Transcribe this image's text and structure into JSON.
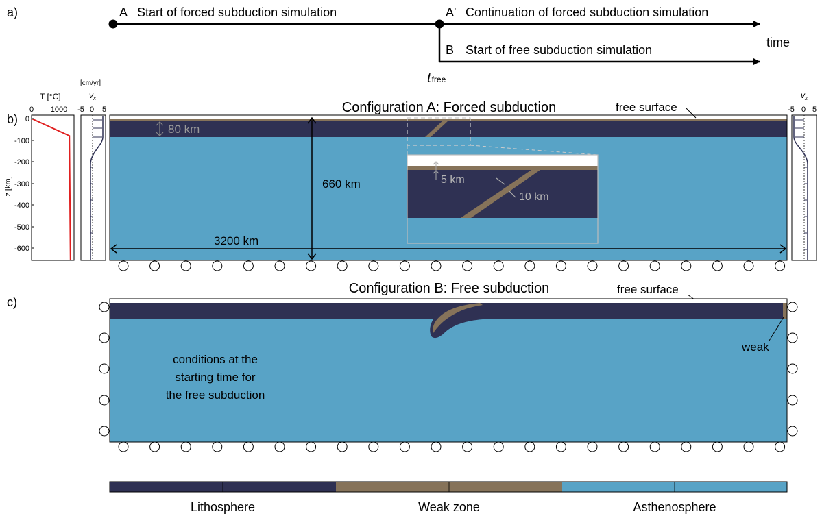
{
  "colors": {
    "lithosphere": "#2f3153",
    "weak_zone": "#86735a",
    "asthenosphere": "#58a3c6",
    "temperature_line": "#e02020",
    "ink": "#000000",
    "muted": "#888888"
  },
  "panel_a": {
    "label": "a)",
    "time_label": "time",
    "point_a": {
      "letter": "A",
      "text": "Start of forced subduction simulation"
    },
    "point_a_prime": {
      "letter": "A'",
      "text": "Continuation of forced subduction simulation"
    },
    "point_b": {
      "letter": "B",
      "text": "Start of free subduction simulation"
    },
    "t_free": {
      "symbol": "t",
      "subscript": "free"
    }
  },
  "panel_b": {
    "label": "b)",
    "title": "Configuration A: Forced subduction",
    "free_surface": "free surface",
    "lith_thickness": "80 km",
    "depth": "660 km",
    "width": "3200 km",
    "inset": {
      "crust": "5 km",
      "weak_width": "10 km"
    },
    "temperature_profile": {
      "axis_title": "T [°C]",
      "ticks": [
        "0",
        "1000"
      ],
      "points": [
        {
          "T": 0,
          "z": 0
        },
        {
          "T": 1380,
          "z": -80
        },
        {
          "T": 1420,
          "z": -660
        }
      ]
    },
    "velocity_profile": {
      "unit": "[cm/yr]",
      "axis_title": "v",
      "axis_subscript": "x",
      "ticks": [
        "-5",
        "0",
        "5"
      ]
    },
    "right_velocity": {
      "axis_title": "v",
      "axis_subscript": "x",
      "ticks": [
        "-5",
        "0",
        "5"
      ]
    },
    "z_axis": {
      "title": "z [km]",
      "ticks": [
        "0",
        "-100",
        "-200",
        "-300",
        "-400",
        "-500",
        "-600"
      ]
    }
  },
  "panel_c": {
    "label": "c)",
    "title": "Configuration B: Free subduction",
    "free_surface": "free surface",
    "weak": "weak",
    "note": [
      "conditions at the",
      "starting time for",
      "the free subduction"
    ]
  },
  "legend": [
    {
      "label": "Lithosphere",
      "color": "#2f3153"
    },
    {
      "label": "Weak zone",
      "color": "#86735a"
    },
    {
      "label": "Asthenosphere",
      "color": "#58a3c6"
    }
  ]
}
